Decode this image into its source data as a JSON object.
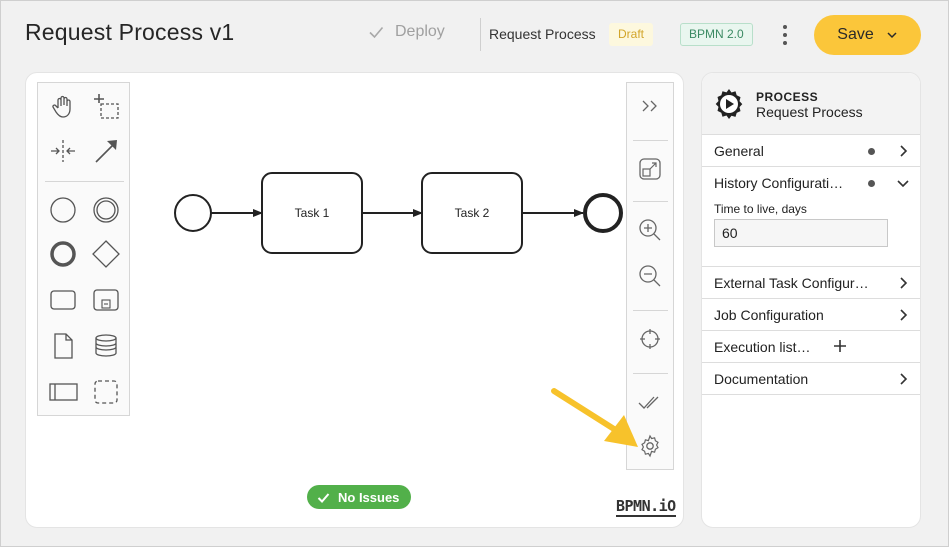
{
  "header": {
    "title": "Request Process v1",
    "deploy_label": "Deploy",
    "process_name": "Request Process",
    "status_badge": "Draft",
    "format_badge": "BPMN 2.0",
    "save_label": "Save"
  },
  "palette": {
    "tools": [
      "hand-tool",
      "lasso-tool",
      "space-tool",
      "connect-tool"
    ],
    "shapes": [
      "start-event",
      "intermediate-event",
      "end-event",
      "gateway",
      "task",
      "subprocess",
      "data-object",
      "data-store",
      "pool",
      "group"
    ]
  },
  "diagram": {
    "task1_label": "Task 1",
    "task2_label": "Task 2"
  },
  "canvas": {
    "status_label": "No Issues",
    "brand": "BPMN.iO"
  },
  "properties": {
    "element_kind": "PROCESS",
    "element_name": "Request Process",
    "groups": [
      {
        "label": "General"
      },
      {
        "label": "History Configurati…"
      },
      {
        "label": "External Task Configur…"
      },
      {
        "label": "Job Configuration"
      },
      {
        "label": "Execution list…"
      },
      {
        "label": "Documentation"
      }
    ],
    "history": {
      "field_label": "Time to live, days",
      "field_value": "60"
    }
  },
  "colors": {
    "accent": "#fbc63a",
    "success": "#52b04a",
    "annotation_arrow": "#f7c22b"
  }
}
